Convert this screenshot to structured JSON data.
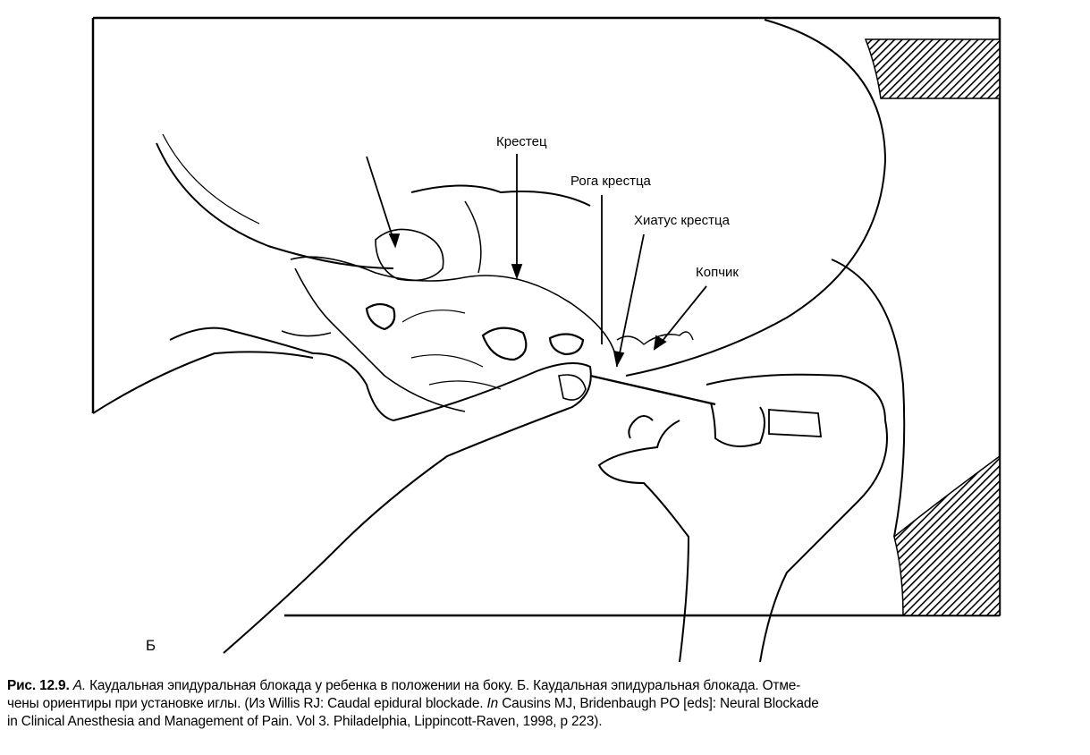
{
  "figure": {
    "labels": {
      "sacrum": "Крестец",
      "sacral_cornua": "Рога крестца",
      "sacral_hiatus": "Хиатус крестца",
      "coccyx": "Копчик"
    },
    "panel_letter": "Б"
  },
  "caption": {
    "figure_number": "Рис. 12.9.",
    "line1_a": "А.",
    "line1_rest": "Каудальная эпидуральная блокада у ребенка в положении на боку. Б. Каудальная эпидуральная блокада. Отме-",
    "line2_a": "чены ориентиры при установке иглы. (Из Willis RJ: Caudal epidural blockade. ",
    "line2_in": "In",
    "line2_b": " Causins MJ, Bridenbaugh PO [eds]: Neural Blockade",
    "line3": "in Clinical Anesthesia and Management of Pain. Vol 3. Philadelphia, Lippincott-Raven, 1998, p 223)."
  }
}
